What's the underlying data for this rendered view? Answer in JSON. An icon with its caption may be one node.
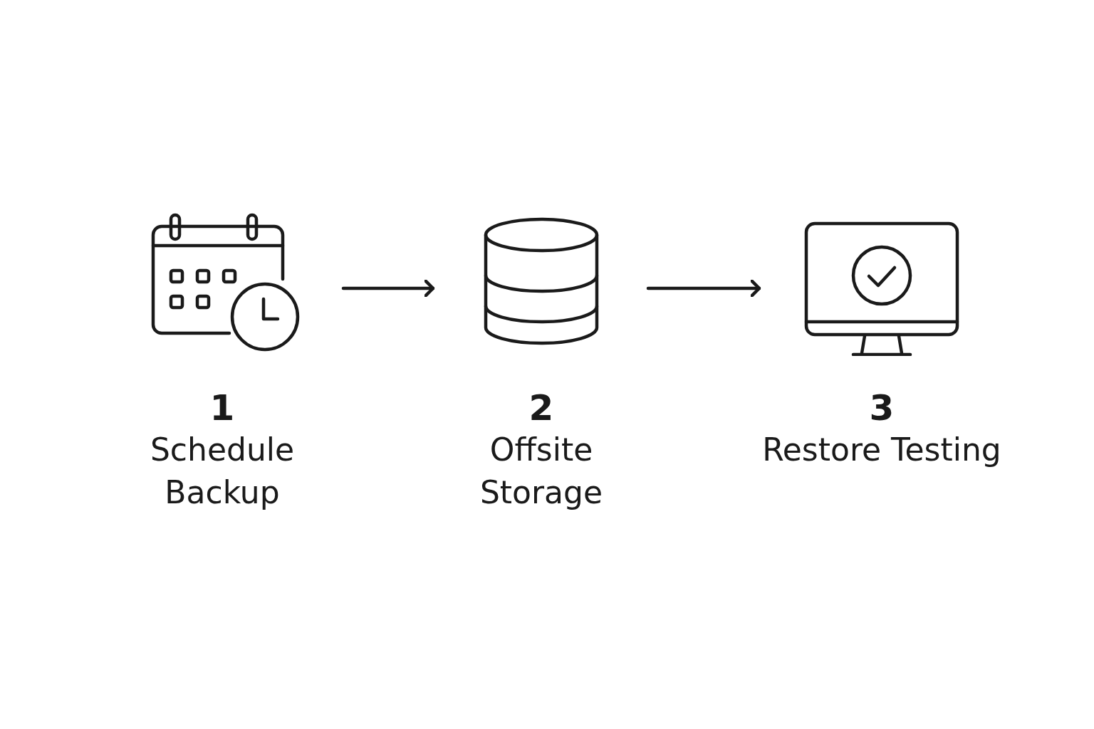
{
  "diagram": {
    "nodes": [
      {
        "text": [
          "1",
          "Schedule Backup"
        ]
      },
      {
        "text": [
          "2",
          "Offsite Storage"
        ]
      },
      {
        "text": [
          "3",
          "Restore Testing"
        ]
      }
    ],
    "edges": [
      {
        "from": 0,
        "to": 1,
        "arrow": "to"
      },
      {
        "from": 1,
        "to": 2,
        "arrow": "to"
      }
    ]
  }
}
